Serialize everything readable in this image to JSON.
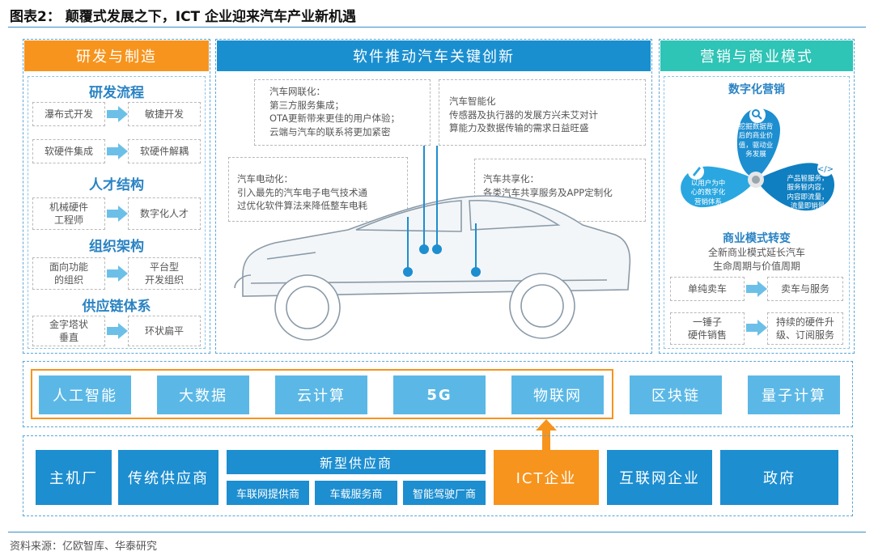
{
  "title": "图表2：  颠覆式发展之下，ICT 企业迎来汽车产业新机遇",
  "source": "资料来源：亿欧智库、华泰研究",
  "left_panel": {
    "header": "研发与制造",
    "sections": [
      {
        "title": "研发流程",
        "from": "瀑布式开发",
        "to": "敏捷开发"
      },
      {
        "title": "",
        "from": "软硬件集成",
        "to": "软硬件解耦"
      },
      {
        "title": "人才结构",
        "from": "机械硬件\n工程师",
        "to": "数字化人才"
      },
      {
        "title": "组织架构",
        "from": "面向功能\n的组织",
        "to": "平台型\n开发组织"
      },
      {
        "title": "供应链体系",
        "from": "金字塔状\n垂直",
        "to": "环状扁平"
      }
    ]
  },
  "middle_panel": {
    "header": "软件推动汽车关键创新",
    "notes": {
      "networked": "汽车网联化：\n第三方服务集成；\nOTA更新带来更佳的用户体验；\n云端与汽车的联系将更加紧密",
      "intelligent": "汽车智能化\n传感器及执行器的发展方兴未艾对计\n算能力及数据传输的需求日益旺盛",
      "electric": "汽车电动化：\n引入最先的汽车电子电气技术通\n过优化软件算法来降低整车电耗",
      "shared": "汽车共享化：\n各类汽车共享服务及APP定制化\n的驾驶体验"
    }
  },
  "right_panel": {
    "header": "营销与商业模式",
    "digital_title": "数字化营销",
    "petals": {
      "top": "挖掘数据背\n后的商业价\n值，驱动业\n务发展",
      "left": "以用户为中\n心的数字化\n营销体系",
      "right": "产品智服务，\n服务智内容，\n内容即流量，\n流量即销量"
    },
    "model_title": "商业模式转变",
    "model_desc": "全新商业模式延长汽车\n生命周期与价值周期",
    "shifts": [
      {
        "from": "单纯卖车",
        "to": "卖车与服务"
      },
      {
        "from": "一锤子\n硬件销售",
        "to": "持续的硬件升\n级、订阅服务"
      }
    ]
  },
  "tech_row": {
    "highlighted": [
      "人工智能",
      "大数据",
      "云计算",
      "5G",
      "物联网"
    ],
    "others": [
      "区块链",
      "量子计算"
    ]
  },
  "actors": {
    "oem": "主机厂",
    "traditional": "传统供应商",
    "new_supplier": "新型供应商",
    "new_sub": [
      "车联网提供商",
      "车载服务商",
      "智能驾驶厂商"
    ],
    "ict": "ICT企业",
    "internet": "互联网企业",
    "government": "政府"
  },
  "colors": {
    "orange": "#f7941d",
    "teal": "#2ec4b6",
    "blue_header": "#1a8fd0",
    "actor_blue": "#1d8ed0",
    "tech_blue": "#5bb8e6"
  }
}
